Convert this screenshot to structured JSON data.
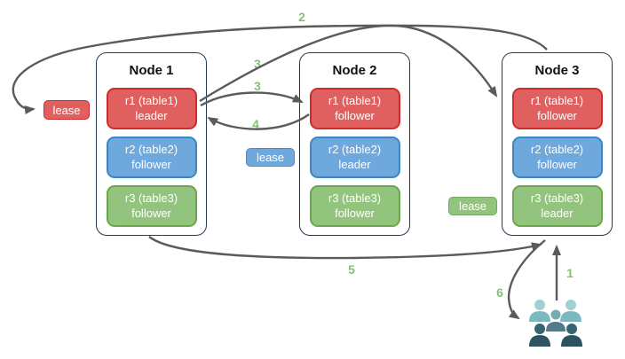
{
  "nodes": [
    {
      "title": "Node 1",
      "replicas": [
        {
          "line1": "r1 (table1)",
          "line2": "leader",
          "color": "red"
        },
        {
          "line1": "r2 (table2)",
          "line2": "follower",
          "color": "blue"
        },
        {
          "line1": "r3 (table3)",
          "line2": "follower",
          "color": "green"
        }
      ]
    },
    {
      "title": "Node 2",
      "replicas": [
        {
          "line1": "r1 (table1)",
          "line2": "follower",
          "color": "red"
        },
        {
          "line1": "r2 (table2)",
          "line2": "leader",
          "color": "blue"
        },
        {
          "line1": "r3 (table3)",
          "line2": "follower",
          "color": "green"
        }
      ]
    },
    {
      "title": "Node 3",
      "replicas": [
        {
          "line1": "r1 (table1)",
          "line2": "follower",
          "color": "red"
        },
        {
          "line1": "r2 (table2)",
          "line2": "follower",
          "color": "blue"
        },
        {
          "line1": "r3 (table3)",
          "line2": "leader",
          "color": "green"
        }
      ]
    }
  ],
  "leases": [
    {
      "label": "lease",
      "color": "red"
    },
    {
      "label": "lease",
      "color": "blue"
    },
    {
      "label": "lease",
      "color": "green"
    }
  ],
  "steps": {
    "s1": "1",
    "s2": "2",
    "s3a": "3",
    "s3b": "3",
    "s4": "4",
    "s5": "5",
    "s6": "6"
  },
  "icons": {
    "users": "users-group-icon"
  },
  "colors": {
    "red_fill": "#e06060",
    "red_border": "#d02b2b",
    "blue_fill": "#6fa8dc",
    "blue_border": "#3d85c6",
    "green_fill": "#93c47d",
    "green_border": "#6aa84f",
    "node_border": "#24395e",
    "arrow": "#5b5b5b",
    "step_label": "#87bf73",
    "users_light": "#9cd2d4",
    "users_medium": "#527c8b",
    "users_dark": "#2d5363"
  }
}
